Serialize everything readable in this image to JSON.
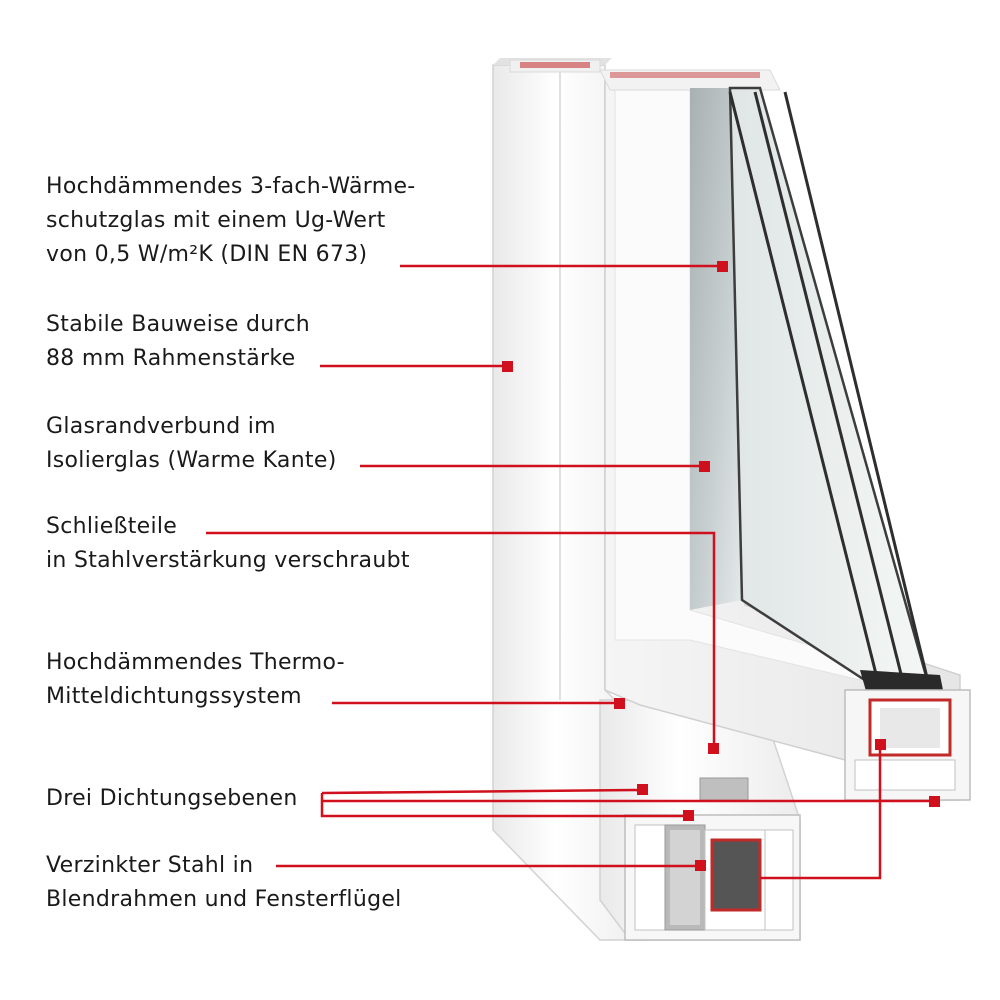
{
  "colors": {
    "accent": "#d0101c",
    "frame": "#f3f3f3",
    "glass": "#9aa3a6",
    "text": "#1a1a1a"
  },
  "labels": [
    {
      "id": "glass",
      "lines": [
        "Hochdämmendes 3-fach-Wärme-",
        "schutzglas mit einem Ug-Wert",
        "von 0,5 W/m²K (DIN EN 673)"
      ]
    },
    {
      "id": "frame",
      "lines": [
        "Stabile Bauweise durch",
        "88 mm Rahmenstärke"
      ]
    },
    {
      "id": "edge",
      "lines": [
        "Glasrandverbund im",
        "Isolierglas (Warme Kante)"
      ]
    },
    {
      "id": "lock",
      "lines": [
        "Schließteile",
        "in Stahlverstärkung verschraubt"
      ]
    },
    {
      "id": "thermo",
      "lines": [
        "Hochdämmendes Thermo-",
        "Mitteldichtungssystem"
      ]
    },
    {
      "id": "seals",
      "lines": [
        "Drei Dichtungsebenen"
      ]
    },
    {
      "id": "steel",
      "lines": [
        "Verzinkter Stahl in",
        "Blendrahmen und Fensterflügel"
      ]
    }
  ]
}
